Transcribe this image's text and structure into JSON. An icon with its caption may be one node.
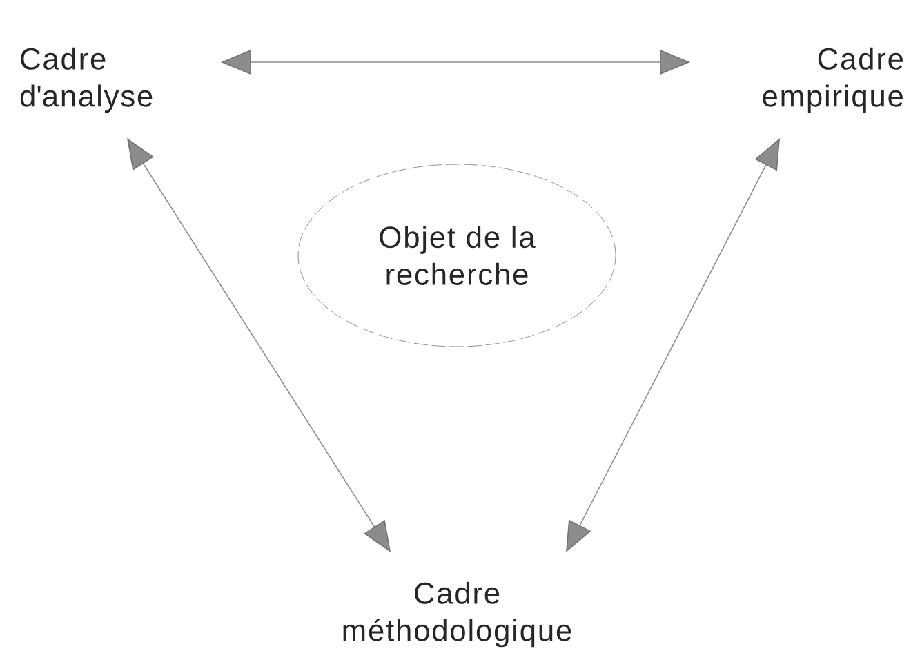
{
  "diagram": {
    "nodes": [
      {
        "text": [
          "Cadre d'analyse"
        ]
      },
      {
        "text": [
          "Cadre empirique"
        ]
      },
      {
        "text": [
          "Objet de la recherche"
        ]
      },
      {
        "text": [
          "Cadre méthodologique"
        ]
      }
    ],
    "edges": [
      {
        "from": 0,
        "to": 1,
        "arrow": "both"
      },
      {
        "from": 0,
        "to": 3,
        "arrow": "both"
      },
      {
        "from": 1,
        "to": 3,
        "arrow": "both"
      }
    ]
  }
}
